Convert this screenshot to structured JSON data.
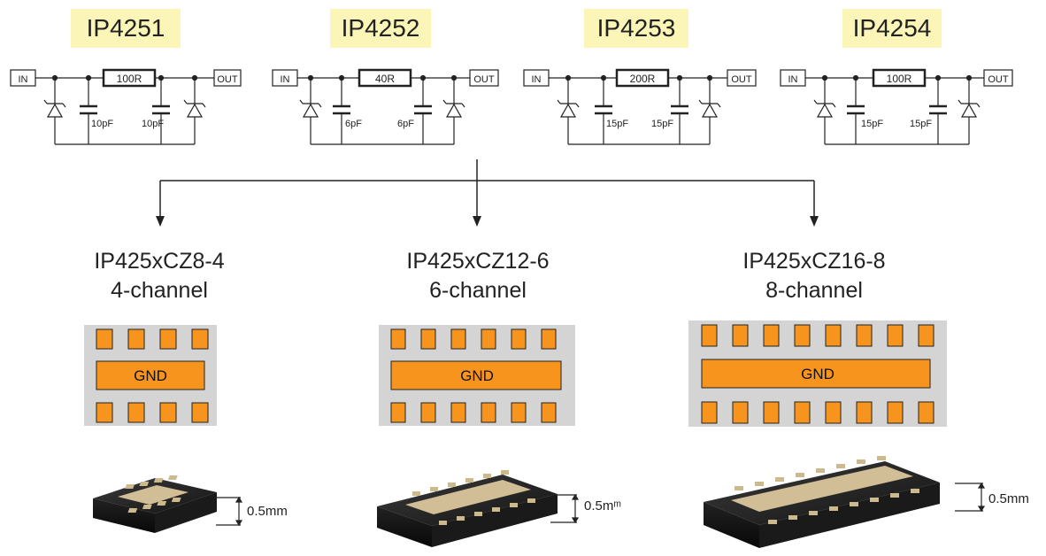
{
  "circuits": [
    {
      "part": "IP4251",
      "in_label": "IN",
      "out_label": "OUT",
      "resistor": "100R",
      "cap_left": "10pF",
      "cap_right": "10pF"
    },
    {
      "part": "IP4252",
      "in_label": "IN",
      "out_label": "OUT",
      "resistor": "40R",
      "cap_left": "6pF",
      "cap_right": "6pF"
    },
    {
      "part": "IP4253",
      "in_label": "IN",
      "out_label": "OUT",
      "resistor": "200R",
      "cap_left": "15pF",
      "cap_right": "15pF"
    },
    {
      "part": "IP4254",
      "in_label": "IN",
      "out_label": "OUT",
      "resistor": "100R",
      "cap_left": "15pF",
      "cap_right": "15pF"
    }
  ],
  "variants": [
    {
      "name": "IP425xCZ8-4",
      "channels": "4-channel",
      "gnd_label": "GND",
      "pads_per_row": 4,
      "height_label": "0.5mm"
    },
    {
      "name": "IP425xCZ12-6",
      "channels": "6-channel",
      "gnd_label": "GND",
      "pads_per_row": 6,
      "height_label": "0.5mᵐ"
    },
    {
      "name": "IP425xCZ16-8",
      "channels": "8-channel",
      "gnd_label": "GND",
      "pads_per_row": 8,
      "height_label": "0.5mm"
    }
  ],
  "colors": {
    "title_bg": "#fbf5b8",
    "pad": "#f7941d",
    "package_bg": "#d4d4d4",
    "chip_body": "#1e1e1e",
    "chip_pad": "#d2be96"
  }
}
